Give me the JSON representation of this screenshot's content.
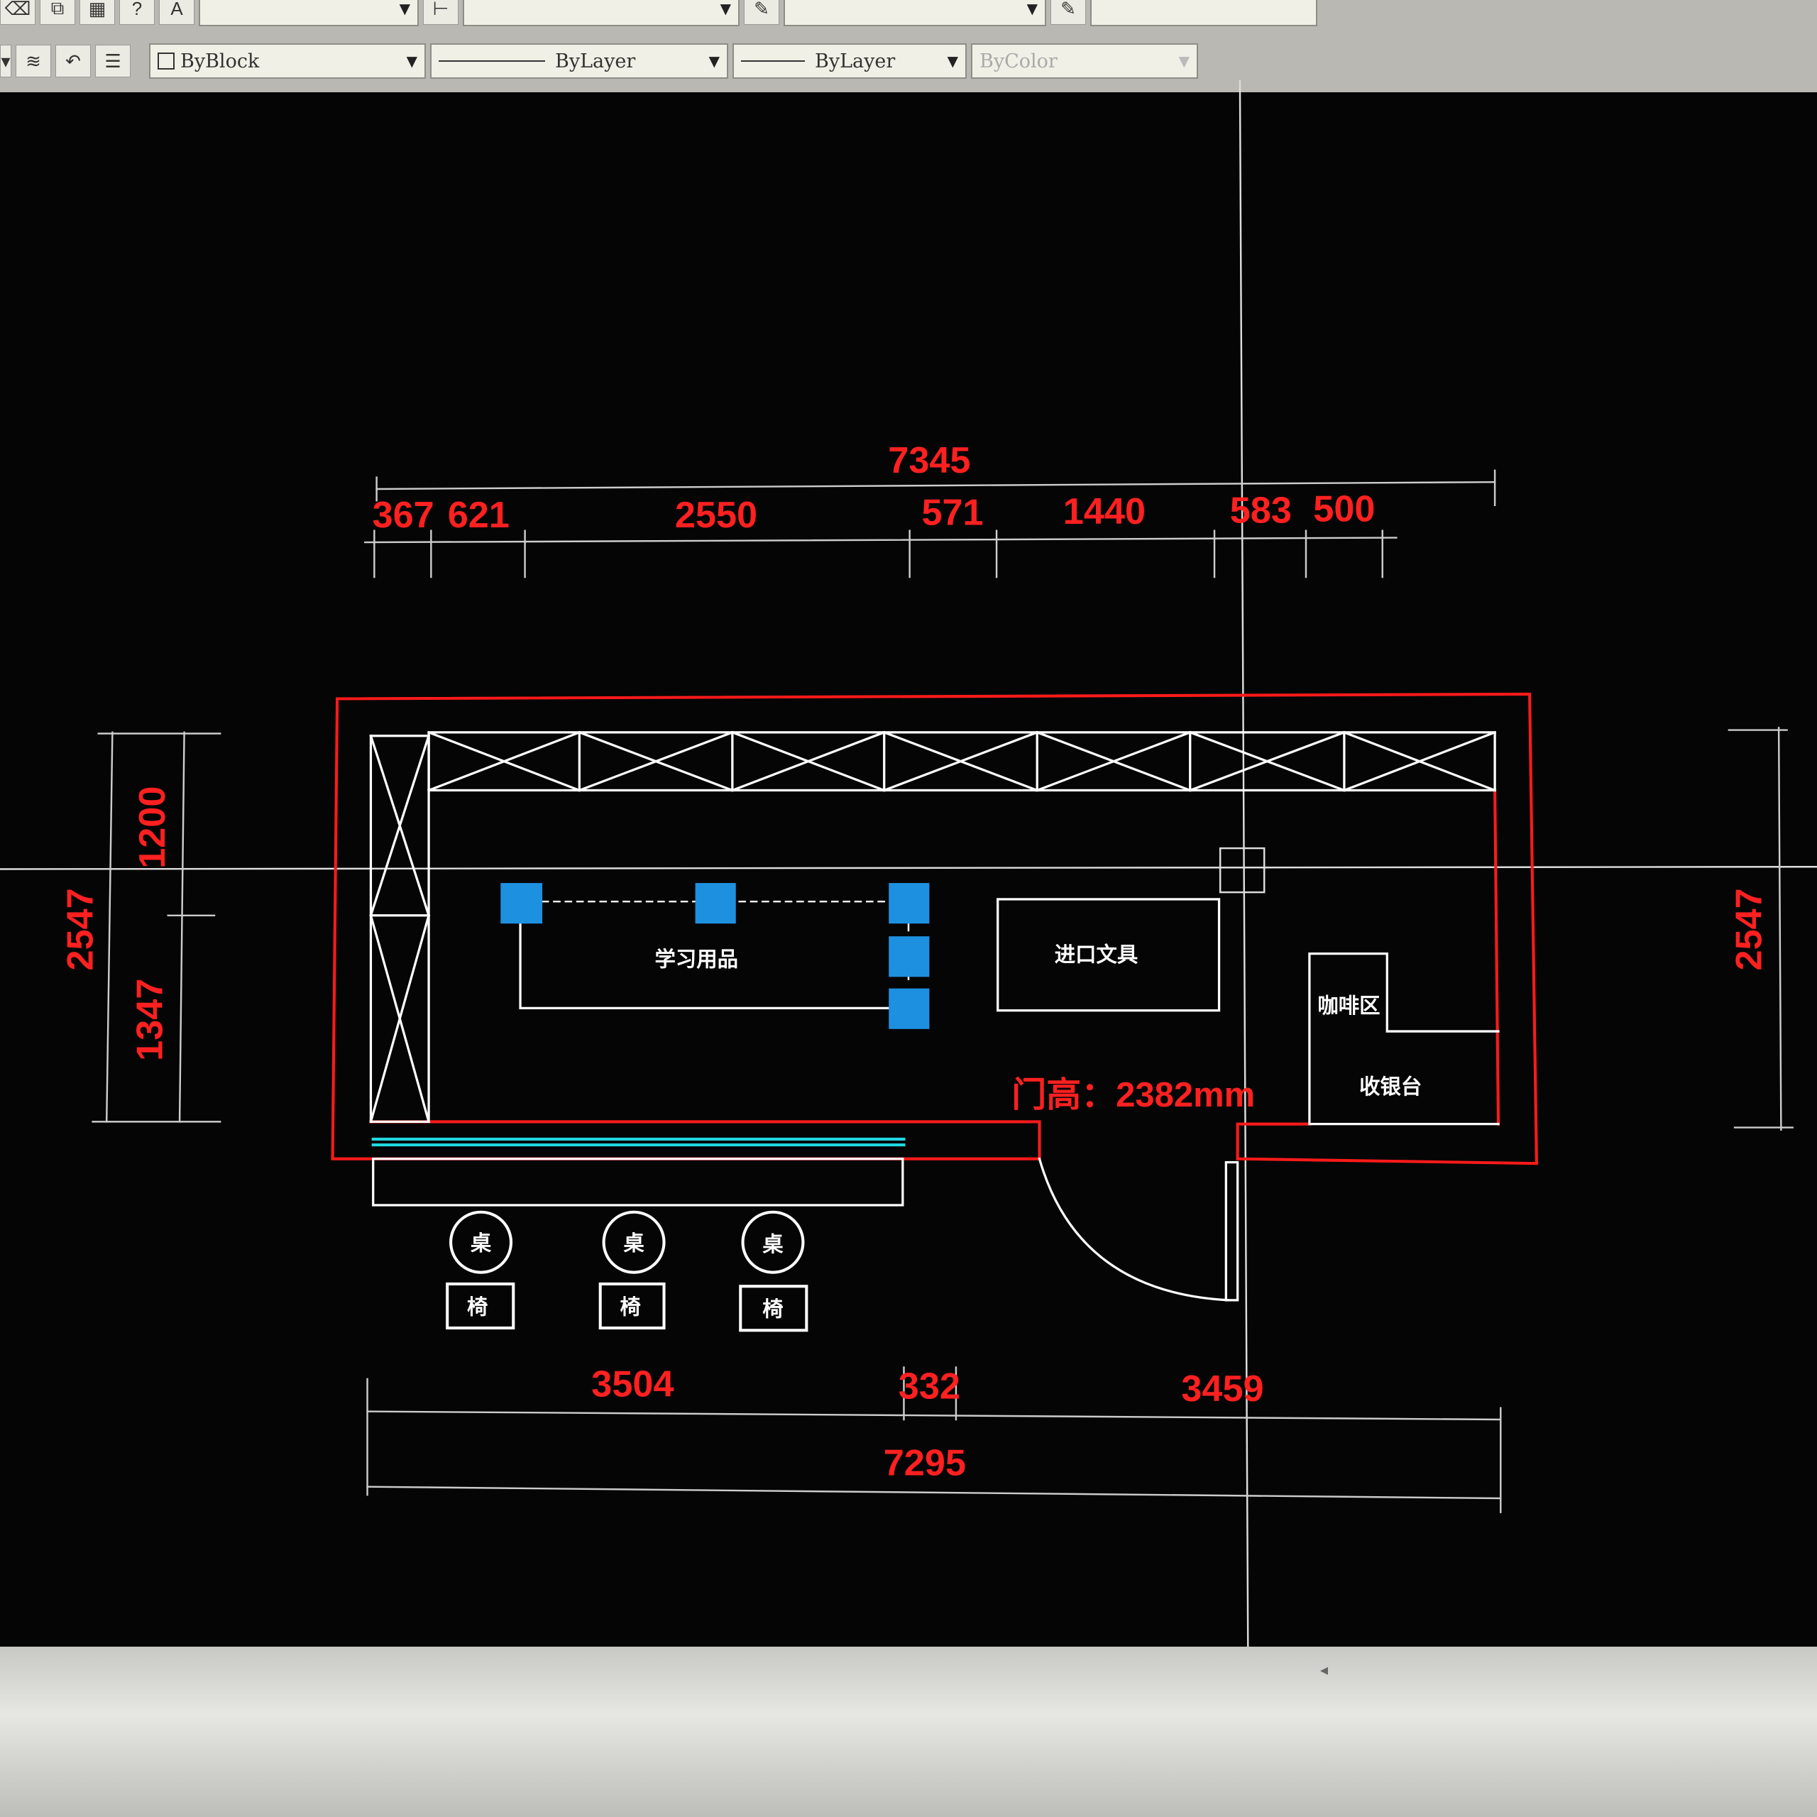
{
  "toolbar": {
    "row2": {
      "color_combo": "ByBlock",
      "linetype_combo": "ByLayer",
      "lineweight_combo": "ByLayer",
      "plotstyle_combo": "ByColor"
    }
  },
  "drawing": {
    "labels": {
      "study_supplies": "学习用品",
      "imported_stationery": "进口文具",
      "coffee_area": "咖啡区",
      "cashier": "收银台",
      "door_height": "门高：2382mm",
      "table": "桌",
      "chair": "椅"
    },
    "dimensions": {
      "top_overall": "7345",
      "top_segments": [
        "367",
        "621",
        "2550",
        "571",
        "1440",
        "583",
        "500"
      ],
      "left_overall": "2547",
      "left_upper": "1200",
      "left_lower": "1347",
      "right_overall": "2547",
      "bottom_segments": [
        "3504",
        "332",
        "3459"
      ],
      "bottom_overall": "7295"
    }
  },
  "colors": {
    "dimension": "#ff2020",
    "wall": "#ff1a1a",
    "line": "#ffffff",
    "fixture": "#1e90e0",
    "window": "#20d8e0"
  }
}
